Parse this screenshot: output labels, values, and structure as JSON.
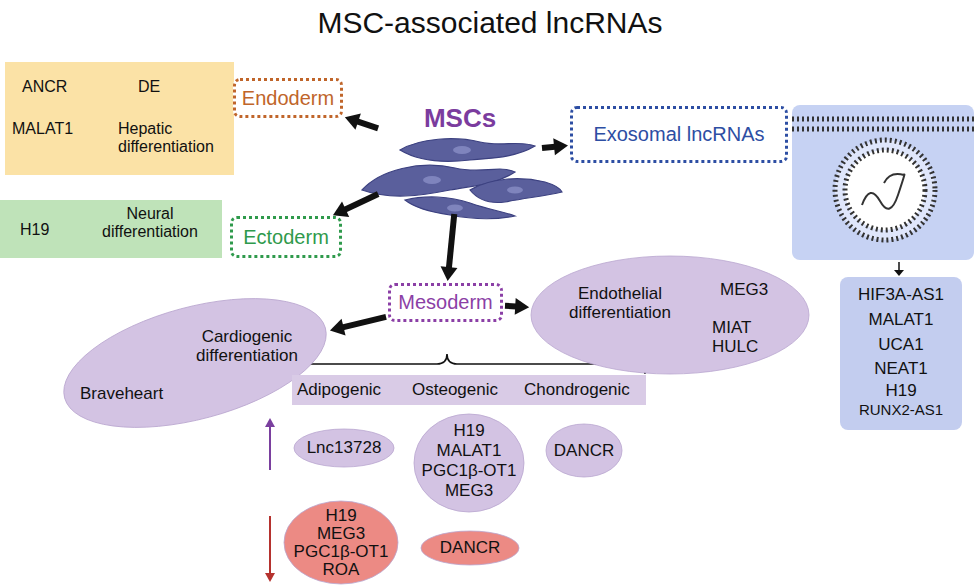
{
  "diagram": {
    "title": "MSC-associated lncRNAs",
    "nodes": [
      {
        "text": [
          "ANCR",
          "DE",
          "MALAT1",
          "Hepatic differentiation"
        ]
      },
      {
        "text": [
          "Endoderm"
        ]
      },
      {
        "text": [
          "MSCs"
        ]
      },
      {
        "text": [
          "Exosomal lncRNAs"
        ]
      },
      {
        "text": [
          "HIF3A-AS1",
          "MALAT1",
          "UCA1",
          "NEAT1",
          "H19",
          "RUNX2-AS1"
        ]
      },
      {
        "text": [
          "H19",
          "Neural differentiation"
        ]
      },
      {
        "text": [
          "Ectoderm"
        ]
      },
      {
        "text": [
          "Mesoderm"
        ]
      },
      {
        "text": [
          "Endothelial differentiation",
          "MEG3",
          "MIAT",
          "HULC"
        ]
      },
      {
        "text": [
          "Cardiogenic differentiation",
          "Braveheart"
        ]
      },
      {
        "text": [
          "Adipogenic",
          "Osteogenic",
          "Chondrogenic"
        ]
      },
      {
        "text": [
          "Lnc13728"
        ]
      },
      {
        "text": [
          "H19",
          "MALAT1",
          "PGC1β-OT1",
          "MEG3"
        ]
      },
      {
        "text": [
          "DANCR"
        ]
      },
      {
        "text": [
          "H19",
          "MEG3",
          "PGC1β-OT1",
          "ROA"
        ]
      },
      {
        "text": [
          "DANCR"
        ]
      }
    ],
    "edges": [
      {
        "from": 2,
        "to": 1,
        "arrow": "to"
      },
      {
        "from": 2,
        "to": 3,
        "arrow": "to"
      },
      {
        "from": 2,
        "to": 6,
        "arrow": "to"
      },
      {
        "from": 2,
        "to": 7,
        "arrow": "to"
      },
      {
        "from": 7,
        "to": 8,
        "arrow": "to"
      },
      {
        "from": 7,
        "to": 9,
        "arrow": "to"
      }
    ]
  }
}
